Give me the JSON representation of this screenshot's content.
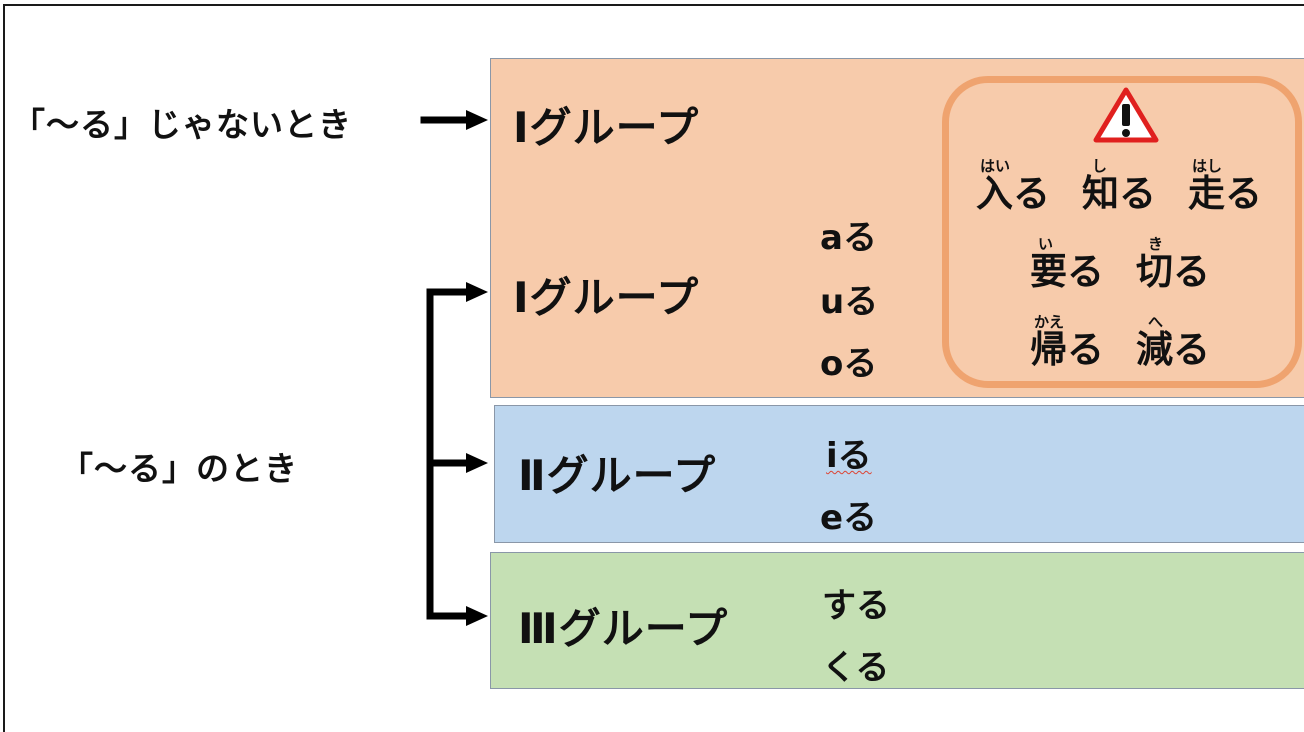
{
  "side_labels": {
    "not_ru": "「～る」じゃないとき",
    "ru": "「～る」のとき"
  },
  "groups": {
    "group1_top": {
      "title": "Ⅰグループ"
    },
    "group1": {
      "title": "Ⅰグループ",
      "endings": [
        "aる",
        "uる",
        "oる"
      ]
    },
    "group2": {
      "title": "Ⅱグループ",
      "endings": [
        "iる",
        "eる"
      ]
    },
    "group3": {
      "title": "Ⅲグループ",
      "endings": [
        "する",
        "くる"
      ]
    }
  },
  "exceptions": {
    "icon": "warning-icon",
    "verbs": [
      {
        "ruby": "はい",
        "word": "入る"
      },
      {
        "ruby": "し",
        "word": "知る"
      },
      {
        "ruby": "はし",
        "word": "走る"
      },
      {
        "ruby": "い",
        "word": "要る"
      },
      {
        "ruby": "き",
        "word": "切る"
      },
      {
        "ruby": "かえ",
        "word": "帰る"
      },
      {
        "ruby": "へ",
        "word": "減る"
      }
    ]
  },
  "colors": {
    "group1_fill": "#f7cbab",
    "group2_fill": "#bdd6ee",
    "group3_fill": "#c5e0b4",
    "warning_border": "#efa36f",
    "warning_red": "#e0201e"
  }
}
